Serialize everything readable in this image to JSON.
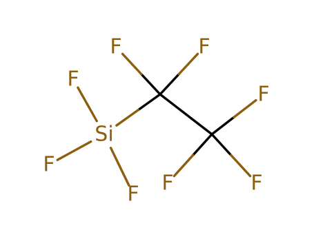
{
  "molecule": {
    "atoms": [
      {
        "id": "C1",
        "element": "C",
        "label": ""
      },
      {
        "id": "C2",
        "element": "C",
        "label": ""
      },
      {
        "id": "Si",
        "element": "Si",
        "label": "Si"
      },
      {
        "id": "F1",
        "element": "F",
        "label": "F"
      },
      {
        "id": "F2",
        "element": "F",
        "label": "F"
      },
      {
        "id": "F3",
        "element": "F",
        "label": "F"
      },
      {
        "id": "F4",
        "element": "F",
        "label": "F"
      },
      {
        "id": "F5",
        "element": "F",
        "label": "F"
      },
      {
        "id": "F6",
        "element": "F",
        "label": "F"
      },
      {
        "id": "F7",
        "element": "F",
        "label": "F"
      },
      {
        "id": "F8",
        "element": "F",
        "label": "F"
      }
    ],
    "bonds": [
      {
        "from": "C1",
        "to": "C2",
        "order": 1
      },
      {
        "from": "C1",
        "to": "Si",
        "order": 1
      },
      {
        "from": "C1",
        "to": "F1",
        "order": 1
      },
      {
        "from": "C1",
        "to": "F2",
        "order": 1
      },
      {
        "from": "C2",
        "to": "F3",
        "order": 1
      },
      {
        "from": "C2",
        "to": "F4",
        "order": 1
      },
      {
        "from": "C2",
        "to": "F5",
        "order": 1
      },
      {
        "from": "Si",
        "to": "F6",
        "order": 1
      },
      {
        "from": "Si",
        "to": "F7",
        "order": 1
      },
      {
        "from": "Si",
        "to": "F8",
        "order": 1
      }
    ]
  },
  "colors": {
    "carbon_bond": "#000000",
    "heteroatom": "#8c5f0e",
    "background": "#ffffff"
  }
}
